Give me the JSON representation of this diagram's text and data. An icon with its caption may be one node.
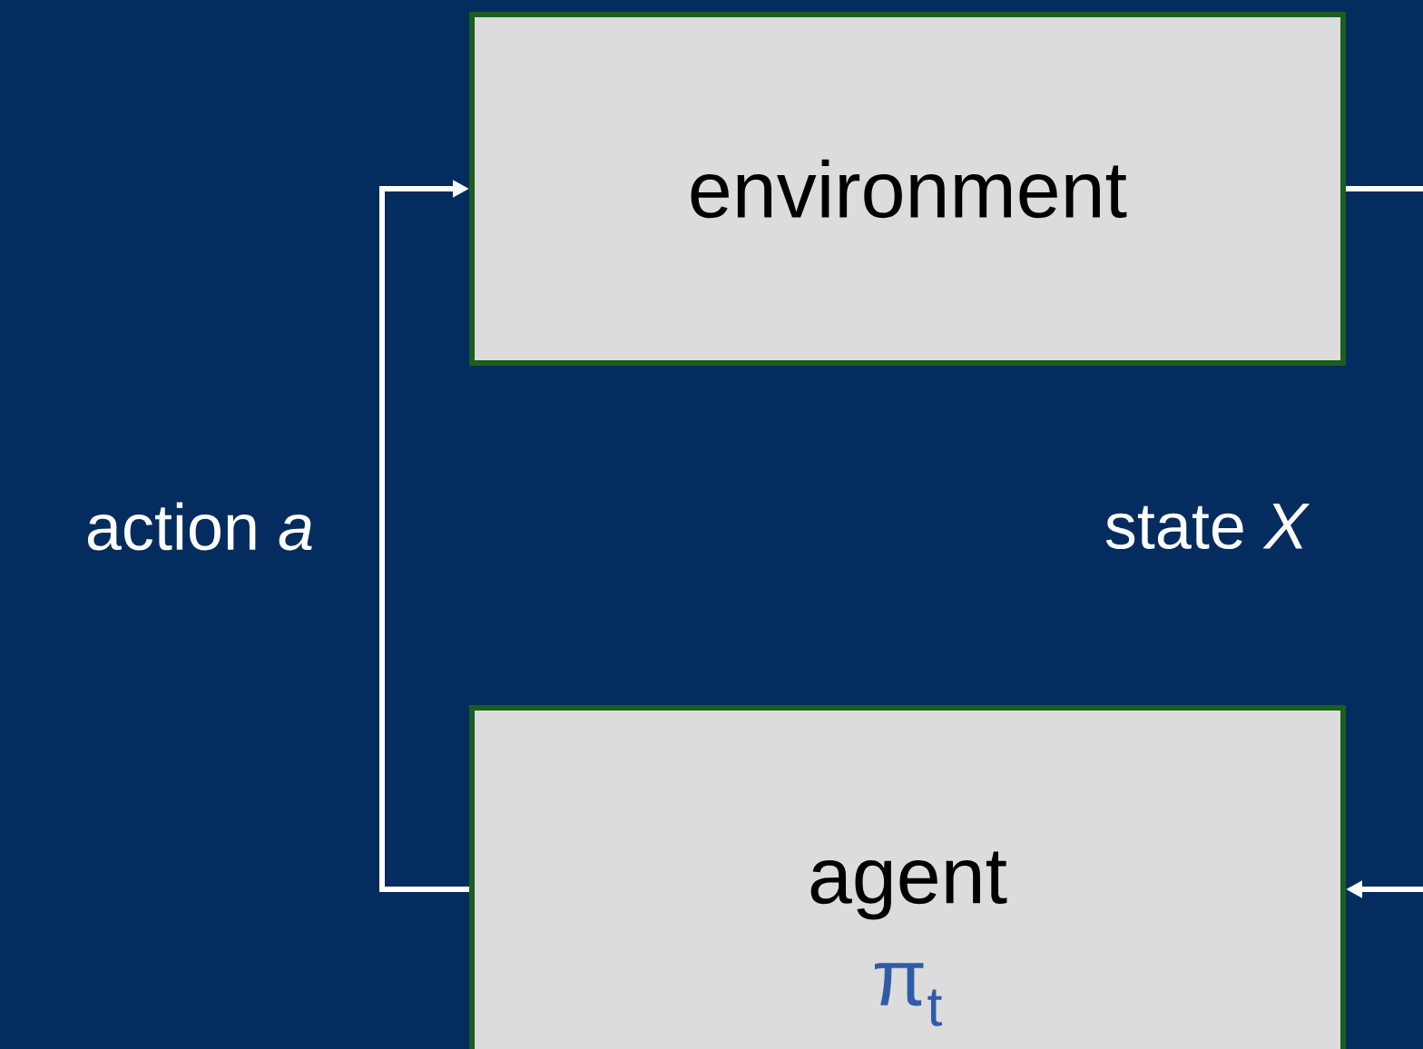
{
  "diagram": {
    "nodes": [
      {
        "text": [
          "environment"
        ]
      },
      {
        "text": [
          "agent",
          "π$_{t}$"
        ]
      }
    ],
    "edges": [
      {
        "from": 1,
        "to": 0,
        "arrow": "to",
        "label": "action *a*"
      },
      {
        "from": 0,
        "to": 1,
        "arrow": "to",
        "label": "state *X*"
      }
    ]
  }
}
